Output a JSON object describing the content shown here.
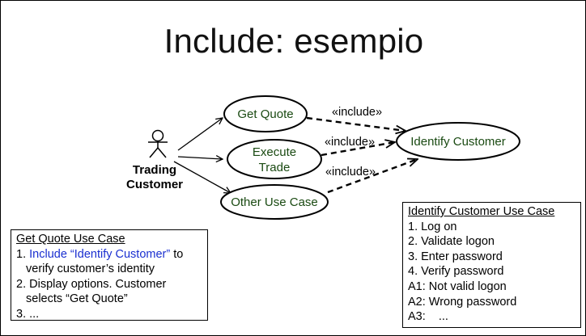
{
  "slide": {
    "title": "Include: esempio"
  },
  "actor": {
    "name_line1": "Trading",
    "name_line2": "Customer"
  },
  "use_cases": {
    "get_quote": "Get Quote",
    "execute_trade_line1": "Execute",
    "execute_trade_line2": "Trade",
    "other": "Other Use Case",
    "identify_customer": "Identify Customer"
  },
  "include_labels": {
    "from_get_quote": "«include»",
    "from_execute_trade": "«include»",
    "from_other": "«include»"
  },
  "get_quote_box": {
    "header": "Get Quote Use Case",
    "step1_prefix": "1. ",
    "step1_link": "Include “Identify Customer”",
    "step1_suffix": " to",
    "step1_cont": "verify customer’s identity",
    "step2": "2. Display options. Customer",
    "step2_cont": "selects “Get Quote”",
    "step3": "3. ..."
  },
  "identify_box": {
    "header": "Identify Customer Use Case",
    "lines": [
      "1. Log on",
      "2. Validate logon",
      "3. Enter password",
      "4. Verify password",
      "A1: Not valid logon",
      "A2: Wrong password",
      "A3:    ..."
    ]
  },
  "colors": {
    "use_case_text": "#1a4a12",
    "include_link_text": "#1a2fd0"
  }
}
